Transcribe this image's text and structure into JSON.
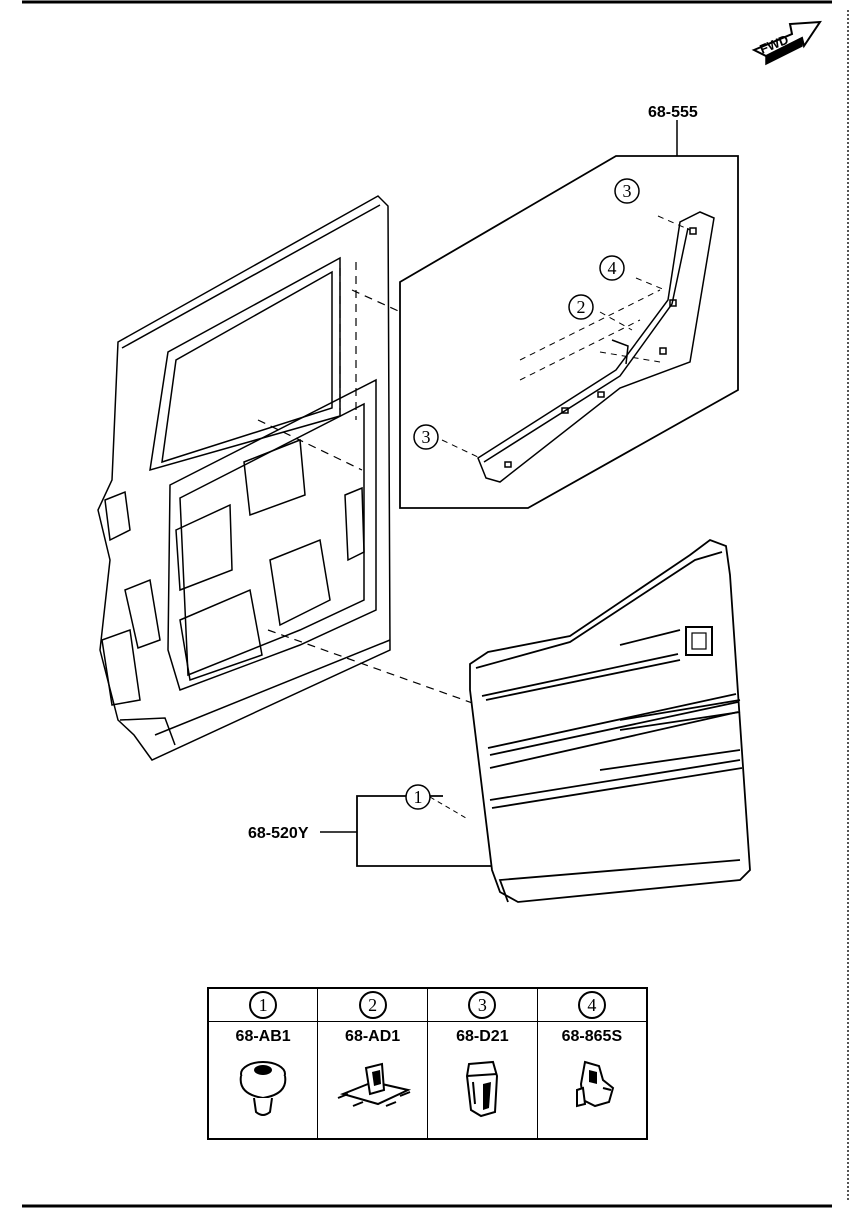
{
  "fwd_badge": "FWD",
  "parts": {
    "trim_strip_assembly": "68-555",
    "door_trim_panel": "68-520Y"
  },
  "callouts": [
    "1",
    "2",
    "3",
    "4",
    "3"
  ],
  "legend": [
    {
      "index": "1",
      "code": "68-AB1",
      "icon": "push-rivet-clip-icon"
    },
    {
      "index": "2",
      "code": "68-AD1",
      "icon": "bracket-clip-icon"
    },
    {
      "index": "3",
      "code": "68-D21",
      "icon": "trim-fastener-icon"
    },
    {
      "index": "4",
      "code": "68-865S",
      "icon": "retainer-clip-icon"
    }
  ]
}
